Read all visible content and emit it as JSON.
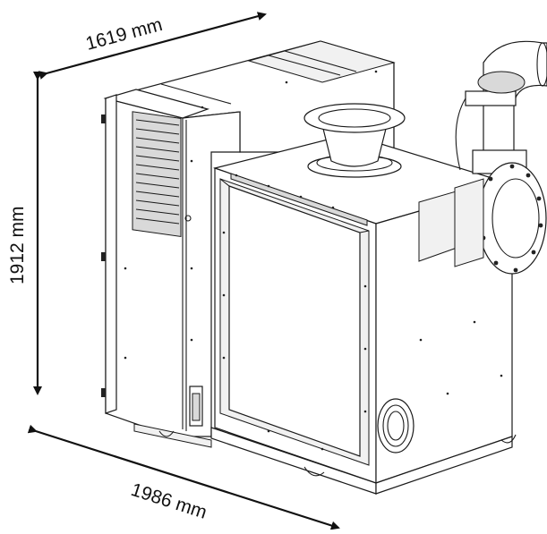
{
  "dimensions": {
    "depth_label": "1619 mm",
    "height_label": "1912 mm",
    "width_label": "1986 mm"
  },
  "colors": {
    "line": "#1a1a1a",
    "background": "#ffffff"
  }
}
